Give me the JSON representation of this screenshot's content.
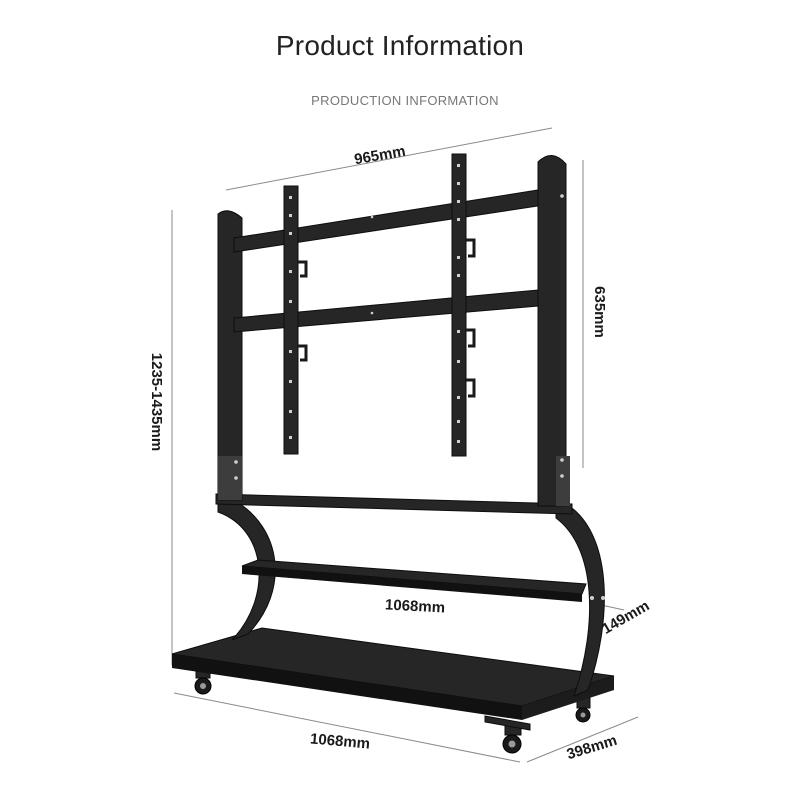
{
  "header": {
    "title": "Product Information",
    "subtitle": "PRODUCTION INFORMATION"
  },
  "dimensions": {
    "top_width": "965mm",
    "frame_height": "635mm",
    "total_height": "1235-1435mm",
    "shelf_width": "1068mm",
    "shelf_gap": "149mm",
    "base_width": "1068mm",
    "base_depth": "398mm"
  },
  "colors": {
    "metal": "#262626",
    "dimension_line": "#8a8a8a",
    "title": "#222222",
    "subtitle": "#777777"
  }
}
